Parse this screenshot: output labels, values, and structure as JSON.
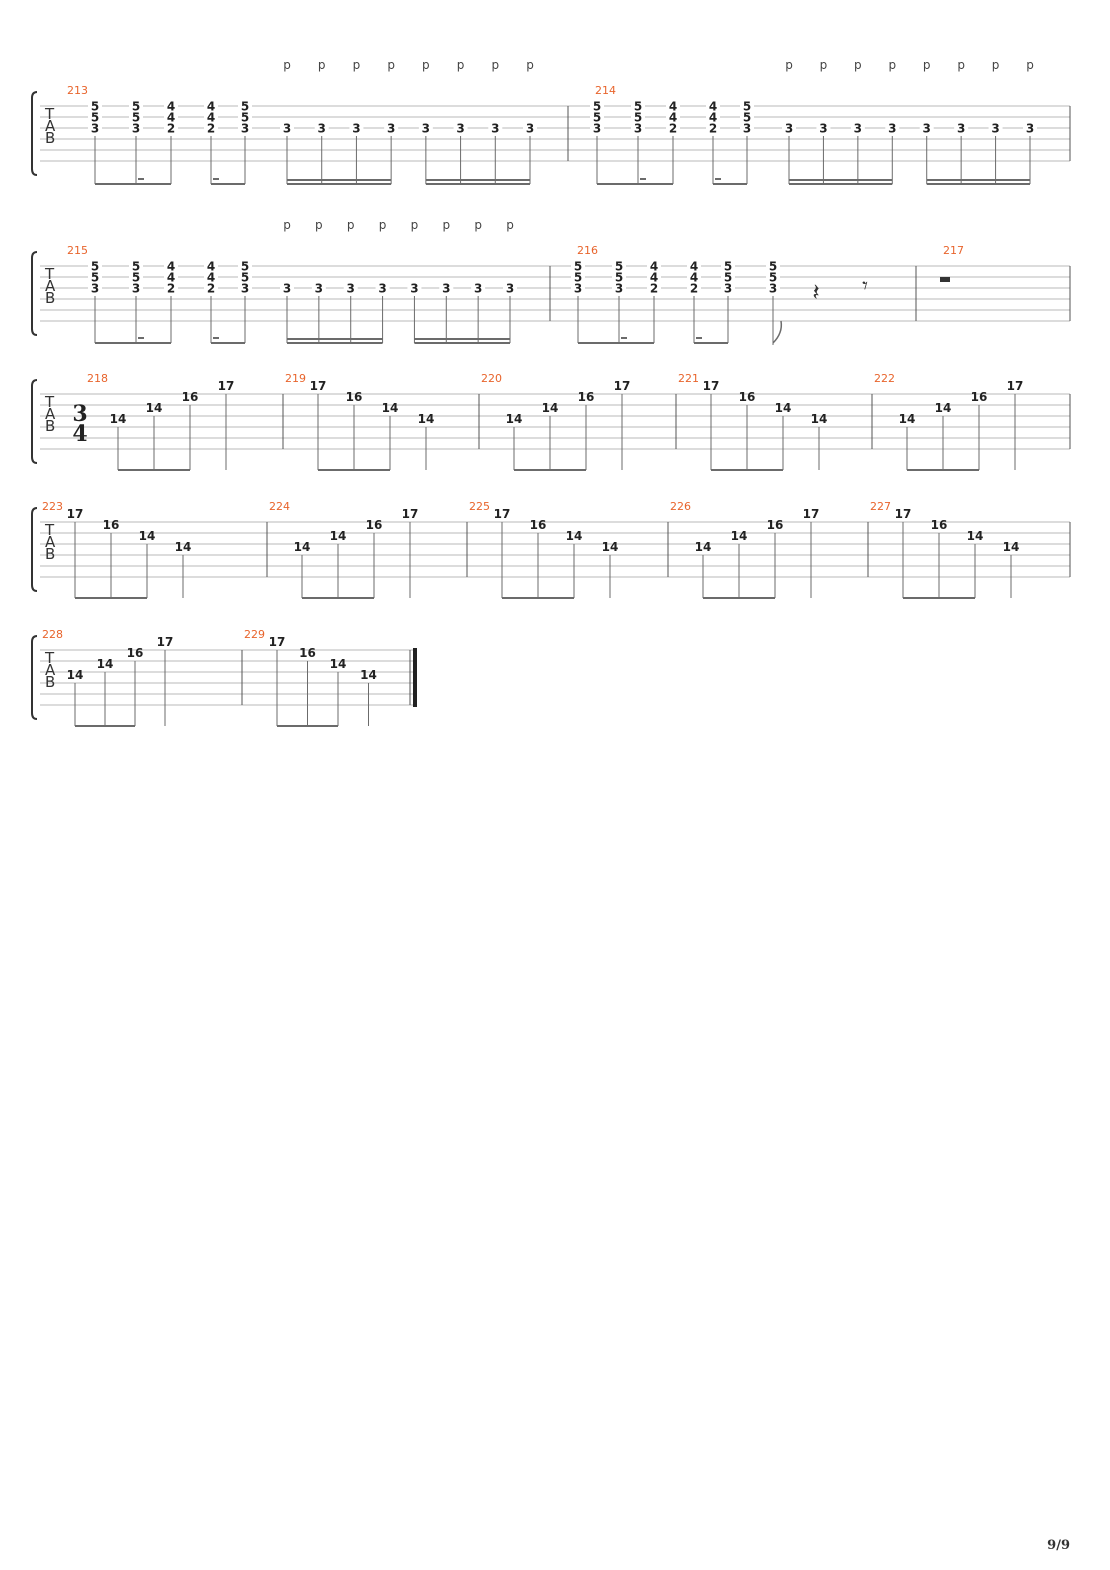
{
  "page": {
    "page_number": "9/9"
  },
  "colors": {
    "measure_number": "#e8642c",
    "staff_line": "#b8b8b8",
    "note": "#222222",
    "beam": "#6b6b6b"
  },
  "clef": [
    "T",
    "A",
    "B"
  ],
  "time_signature": {
    "measure": 218,
    "top": "3",
    "bottom": "4"
  },
  "palm_mute_mark": "p",
  "systems": [
    {
      "measures": [
        {
          "number": "213",
          "palm_mute_count": 8,
          "beats": [
            {
              "notes": [
                [
                  "1",
                  "5"
                ],
                [
                  "2",
                  "5"
                ],
                [
                  "3",
                  "3"
                ]
              ],
              "beam": "a",
              "dot": false
            },
            {
              "notes": [
                [
                  "1",
                  "5"
                ],
                [
                  "2",
                  "5"
                ],
                [
                  "3",
                  "3"
                ]
              ],
              "beam": "a",
              "dot": true
            },
            {
              "notes": [
                [
                  "1",
                  "4"
                ],
                [
                  "2",
                  "4"
                ],
                [
                  "3",
                  "2"
                ]
              ],
              "beam": "a",
              "dot": false
            },
            {
              "notes": [
                [
                  "1",
                  "4"
                ],
                [
                  "2",
                  "4"
                ],
                [
                  "3",
                  "2"
                ]
              ],
              "beam": "b",
              "dot": true
            },
            {
              "notes": [
                [
                  "1",
                  "5"
                ],
                [
                  "2",
                  "5"
                ],
                [
                  "3",
                  "3"
                ]
              ],
              "beam": "b",
              "dot": false
            },
            {
              "notes": [
                [
                  "3",
                  "3"
                ]
              ],
              "beam": "c",
              "pm": true
            },
            {
              "notes": [
                [
                  "3",
                  "3"
                ]
              ],
              "beam": "c",
              "pm": true
            },
            {
              "notes": [
                [
                  "3",
                  "3"
                ]
              ],
              "beam": "c",
              "pm": true
            },
            {
              "notes": [
                [
                  "3",
                  "3"
                ]
              ],
              "beam": "c",
              "pm": true
            },
            {
              "notes": [
                [
                  "3",
                  "3"
                ]
              ],
              "beam": "d",
              "pm": true
            },
            {
              "notes": [
                [
                  "3",
                  "3"
                ]
              ],
              "beam": "d",
              "pm": true
            },
            {
              "notes": [
                [
                  "3",
                  "3"
                ]
              ],
              "beam": "d",
              "pm": true
            },
            {
              "notes": [
                [
                  "3",
                  "3"
                ]
              ],
              "beam": "d",
              "pm": true
            }
          ]
        },
        {
          "number": "214",
          "palm_mute_count": 8,
          "beats": [
            {
              "notes": [
                [
                  "1",
                  "5"
                ],
                [
                  "2",
                  "5"
                ],
                [
                  "3",
                  "3"
                ]
              ],
              "beam": "a"
            },
            {
              "notes": [
                [
                  "1",
                  "5"
                ],
                [
                  "2",
                  "5"
                ],
                [
                  "3",
                  "3"
                ]
              ],
              "beam": "a",
              "dot": true
            },
            {
              "notes": [
                [
                  "1",
                  "4"
                ],
                [
                  "2",
                  "4"
                ],
                [
                  "3",
                  "2"
                ]
              ],
              "beam": "a"
            },
            {
              "notes": [
                [
                  "1",
                  "4"
                ],
                [
                  "2",
                  "4"
                ],
                [
                  "3",
                  "2"
                ]
              ],
              "beam": "b",
              "dot": true
            },
            {
              "notes": [
                [
                  "1",
                  "5"
                ],
                [
                  "2",
                  "5"
                ],
                [
                  "3",
                  "3"
                ]
              ],
              "beam": "b"
            },
            {
              "notes": [
                [
                  "3",
                  "3"
                ]
              ],
              "beam": "c",
              "pm": true
            },
            {
              "notes": [
                [
                  "3",
                  "3"
                ]
              ],
              "beam": "c",
              "pm": true
            },
            {
              "notes": [
                [
                  "3",
                  "3"
                ]
              ],
              "beam": "c",
              "pm": true
            },
            {
              "notes": [
                [
                  "3",
                  "3"
                ]
              ],
              "beam": "c",
              "pm": true
            },
            {
              "notes": [
                [
                  "3",
                  "3"
                ]
              ],
              "beam": "d",
              "pm": true
            },
            {
              "notes": [
                [
                  "3",
                  "3"
                ]
              ],
              "beam": "d",
              "pm": true
            },
            {
              "notes": [
                [
                  "3",
                  "3"
                ]
              ],
              "beam": "d",
              "pm": true
            },
            {
              "notes": [
                [
                  "3",
                  "3"
                ]
              ],
              "beam": "d",
              "pm": true
            }
          ]
        }
      ]
    },
    {
      "measures": [
        {
          "number": "215",
          "beats": [
            {
              "notes": [
                [
                  "1",
                  "5"
                ],
                [
                  "2",
                  "5"
                ],
                [
                  "3",
                  "3"
                ]
              ],
              "beam": "a"
            },
            {
              "notes": [
                [
                  "1",
                  "5"
                ],
                [
                  "2",
                  "5"
                ],
                [
                  "3",
                  "3"
                ]
              ],
              "beam": "a",
              "dot": true
            },
            {
              "notes": [
                [
                  "1",
                  "4"
                ],
                [
                  "2",
                  "4"
                ],
                [
                  "3",
                  "2"
                ]
              ],
              "beam": "a"
            },
            {
              "notes": [
                [
                  "1",
                  "4"
                ],
                [
                  "2",
                  "4"
                ],
                [
                  "3",
                  "2"
                ]
              ],
              "beam": "b",
              "dot": true
            },
            {
              "notes": [
                [
                  "1",
                  "5"
                ],
                [
                  "2",
                  "5"
                ],
                [
                  "3",
                  "3"
                ]
              ],
              "beam": "b"
            },
            {
              "notes": [
                [
                  "3",
                  "3"
                ]
              ],
              "beam": "c",
              "pm": true
            },
            {
              "notes": [
                [
                  "3",
                  "3"
                ]
              ],
              "beam": "c",
              "pm": true
            },
            {
              "notes": [
                [
                  "3",
                  "3"
                ]
              ],
              "beam": "c",
              "pm": true
            },
            {
              "notes": [
                [
                  "3",
                  "3"
                ]
              ],
              "beam": "c",
              "pm": true
            },
            {
              "notes": [
                [
                  "3",
                  "3"
                ]
              ],
              "beam": "d",
              "pm": true
            },
            {
              "notes": [
                [
                  "3",
                  "3"
                ]
              ],
              "beam": "d",
              "pm": true
            },
            {
              "notes": [
                [
                  "3",
                  "3"
                ]
              ],
              "beam": "d",
              "pm": true
            },
            {
              "notes": [
                [
                  "3",
                  "3"
                ]
              ],
              "beam": "d",
              "pm": true
            }
          ]
        },
        {
          "number": "216",
          "beats": [
            {
              "notes": [
                [
                  "1",
                  "5"
                ],
                [
                  "2",
                  "5"
                ],
                [
                  "3",
                  "3"
                ]
              ],
              "beam": "a"
            },
            {
              "notes": [
                [
                  "1",
                  "5"
                ],
                [
                  "2",
                  "5"
                ],
                [
                  "3",
                  "3"
                ]
              ],
              "beam": "a",
              "dot": true
            },
            {
              "notes": [
                [
                  "1",
                  "4"
                ],
                [
                  "2",
                  "4"
                ],
                [
                  "3",
                  "2"
                ]
              ],
              "beam": "a"
            },
            {
              "notes": [
                [
                  "1",
                  "4"
                ],
                [
                  "2",
                  "4"
                ],
                [
                  "3",
                  "2"
                ]
              ],
              "beam": "b",
              "dot": true
            },
            {
              "notes": [
                [
                  "1",
                  "5"
                ],
                [
                  "2",
                  "5"
                ],
                [
                  "3",
                  "3"
                ]
              ],
              "beam": "b"
            },
            {
              "notes": [
                [
                  "1",
                  "5"
                ],
                [
                  "2",
                  "5"
                ],
                [
                  "3",
                  "3"
                ]
              ],
              "flag": true
            },
            {
              "rest": "quarter"
            },
            {
              "rest": "eighth"
            }
          ]
        },
        {
          "number": "217",
          "beats": [
            {
              "rest": "half"
            }
          ]
        }
      ]
    },
    {
      "measures": [
        {
          "number": "218",
          "pattern": [
            "14",
            "14",
            "16",
            "17"
          ]
        },
        {
          "number": "219",
          "pattern": [
            "17",
            "16",
            "14",
            "14"
          ]
        },
        {
          "number": "220",
          "pattern": [
            "14",
            "14",
            "16",
            "17"
          ]
        },
        {
          "number": "221",
          "pattern": [
            "17",
            "16",
            "14",
            "14"
          ]
        },
        {
          "number": "222",
          "pattern": [
            "14",
            "14",
            "16",
            "17"
          ]
        }
      ]
    },
    {
      "measures": [
        {
          "number": "223",
          "pattern": [
            "17",
            "16",
            "14",
            "14"
          ]
        },
        {
          "number": "224",
          "pattern": [
            "14",
            "14",
            "16",
            "17"
          ]
        },
        {
          "number": "225",
          "pattern": [
            "17",
            "16",
            "14",
            "14"
          ]
        },
        {
          "number": "226",
          "pattern": [
            "14",
            "14",
            "16",
            "17"
          ]
        },
        {
          "number": "227",
          "pattern": [
            "17",
            "16",
            "14",
            "14"
          ]
        }
      ]
    },
    {
      "measures": [
        {
          "number": "228",
          "pattern": [
            "14",
            "14",
            "16",
            "17"
          ]
        },
        {
          "number": "229",
          "pattern": [
            "17",
            "16",
            "14",
            "14"
          ],
          "final": true
        }
      ]
    }
  ]
}
